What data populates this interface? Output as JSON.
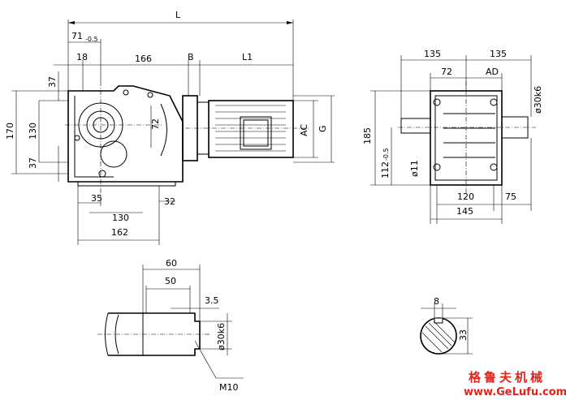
{
  "dims": {
    "L": "L",
    "d71": "71",
    "d71_tol": "-0.5",
    "d18": "18",
    "d166": "166",
    "B": "B",
    "L1": "L1",
    "d37_top": "37",
    "d170": "170",
    "d130_v": "130",
    "d37_bot": "37",
    "d72_left": "72",
    "AC": "AC",
    "G": "G",
    "d35": "35",
    "d130_h": "130",
    "d32": "32",
    "d162": "162",
    "d135_a": "135",
    "d135_b": "135",
    "d72_right": "72",
    "AD": "AD",
    "d30k6_side": "ø30k6",
    "d185": "185",
    "d112": "112",
    "d112_tol": "-0.5",
    "d11": "ø11",
    "d120": "120",
    "d75": "75",
    "d145": "145",
    "d60": "60",
    "d50": "50",
    "d3_5": "3.5",
    "d30k6_shaft": "ø30k6",
    "M10": "M10",
    "d8": "8",
    "d33": "33"
  },
  "watermark": {
    "cn": "格鲁夫机械",
    "url": "www.GeLufu.com",
    "color": "#e2231a"
  }
}
